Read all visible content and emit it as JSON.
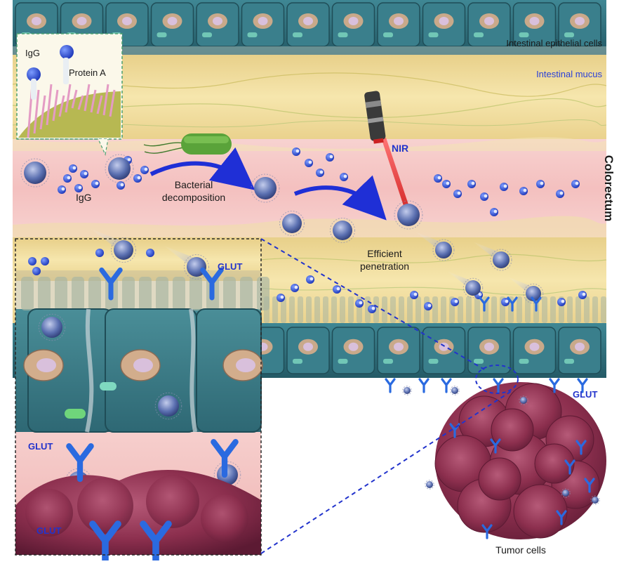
{
  "colors": {
    "epithelium": "#2e6e7a",
    "mucus": "#f0df9a",
    "lumen": "#f5c8c6",
    "tumor": "#8c2f4e",
    "nanoparticle": "#5a6fb0",
    "igg": "#2b4fd0",
    "arrow": "#1f2fd6",
    "laser": "#e53030",
    "bacterium": "#5aa33a",
    "inset_border": "#2a2a2a",
    "zoom_line": "#2233cc"
  },
  "icons": [
    "bacterium-icon",
    "laser-pointer-icon",
    "nanoparticle-icon",
    "igg-antibody-icon",
    "glut-receptor-icon",
    "tumor-cluster-icon"
  ],
  "labels": {
    "epithelial": "Intestinal epithelial cells",
    "mucus": "Intestinal mucus",
    "colorectum": "Colorectum",
    "nir": "NIR",
    "bacterial_1": "Bacterial",
    "bacterial_2": "decomposition",
    "igg_lumen": "IgG",
    "efficient_1": "Efficient",
    "efficient_2": "penetration",
    "glut_right": "GLUT",
    "glut_inset_top": "GLUT",
    "glut_inset_mid": "GLUT",
    "glut_inset_bottom": "GLUT",
    "tumor_cells": "Tumor cells",
    "inset_igg": "IgG",
    "inset_protein_a": "Protein A"
  }
}
